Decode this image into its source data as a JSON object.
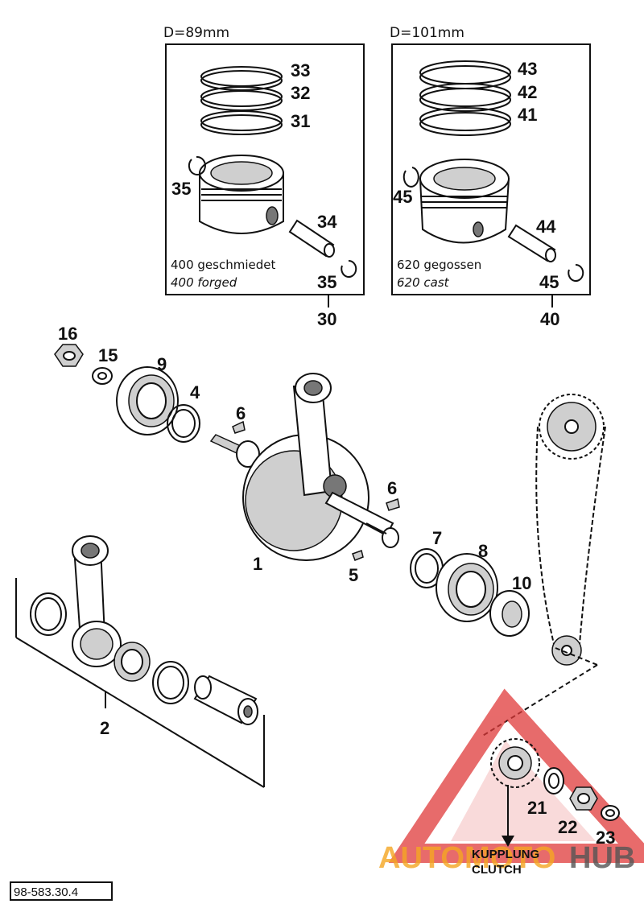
{
  "diagram": {
    "ref_code": "98-583.30.4",
    "left_box": {
      "diameter_label": "D=89mm",
      "caption_line1": "400 geschmiedet",
      "caption_line2": "400 forged",
      "assembly_number": "30"
    },
    "right_box": {
      "diameter_label": "D=101mm",
      "caption_line1": "620 gegossen",
      "caption_line2": "620 cast",
      "assembly_number": "40"
    },
    "clutch_note_line1": "KUPPLUNG",
    "clutch_note_line2": "CLUTCH"
  },
  "callouts": {
    "p33": "33",
    "p32": "32",
    "p31": "31",
    "p35a": "35",
    "p34": "34",
    "p35b": "35",
    "p43": "43",
    "p42": "42",
    "p41": "41",
    "p45a": "45",
    "p44": "44",
    "p45b": "45",
    "p16": "16",
    "p15": "15",
    "p9": "9",
    "p4": "4",
    "p6a": "6",
    "p6b": "6",
    "p1": "1",
    "p5": "5",
    "p7": "7",
    "p8": "8",
    "p10": "10",
    "p2": "2",
    "p21": "21",
    "p22": "22",
    "p23": "23"
  },
  "watermark": {
    "text_part1": "AUTOMOTO",
    "text_part2": "HUB",
    "color_red": "#e03a3a",
    "color_orange": "#f5a623",
    "color_gray": "#555555"
  }
}
